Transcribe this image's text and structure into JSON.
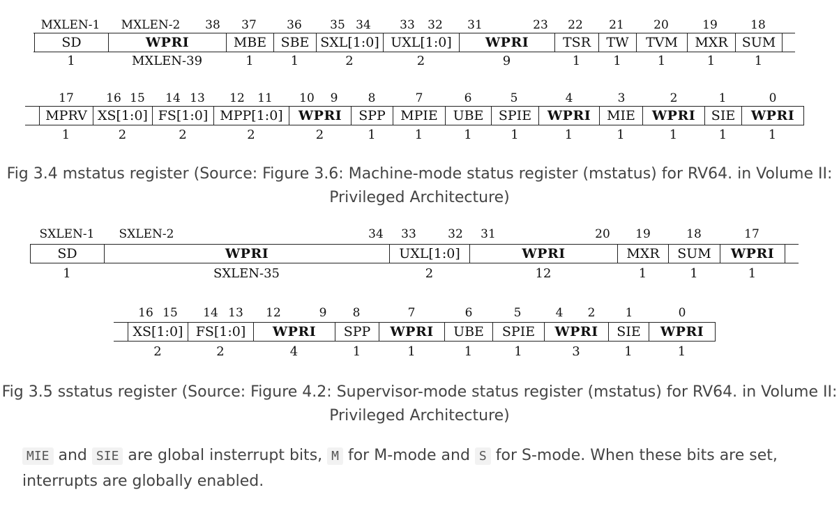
{
  "mstatus": {
    "row1": {
      "bit_labels": [
        "MXLEN-1",
        "MXLEN-2",
        "38",
        "37",
        "36",
        "35",
        "34",
        "33",
        "32",
        "31",
        "23",
        "22",
        "21",
        "20",
        "19",
        "18"
      ],
      "fields": [
        "SD",
        "WPRI",
        "MBE",
        "SBE",
        "SXL[1:0]",
        "UXL[1:0]",
        "WPRI",
        "TSR",
        "TW",
        "TVM",
        "MXR",
        "SUM"
      ],
      "widths": [
        "1",
        "MXLEN-39",
        "1",
        "1",
        "2",
        "2",
        "9",
        "1",
        "1",
        "1",
        "1",
        "1"
      ]
    },
    "row2": {
      "bit_labels": [
        "17",
        "16",
        "15",
        "14",
        "13",
        "12",
        "11",
        "10",
        "9",
        "8",
        "7",
        "6",
        "5",
        "4",
        "3",
        "2",
        "1",
        "0"
      ],
      "fields": [
        "MPRV",
        "XS[1:0]",
        "FS[1:0]",
        "MPP[1:0]",
        "WPRI",
        "SPP",
        "MPIE",
        "UBE",
        "SPIE",
        "WPRI",
        "MIE",
        "WPRI",
        "SIE",
        "WPRI"
      ],
      "widths": [
        "1",
        "2",
        "2",
        "2",
        "2",
        "1",
        "1",
        "1",
        "1",
        "1",
        "1",
        "1",
        "1",
        "1"
      ]
    },
    "caption": "Fig 3.4 mstatus register (Source: Figure 3.6: Machine-mode status register (mstatus) for RV64. in Volume II: Privileged Architecture)"
  },
  "sstatus": {
    "row1": {
      "bit_labels": [
        "SXLEN-1",
        "SXLEN-2",
        "34",
        "33",
        "32",
        "31",
        "20",
        "19",
        "18",
        "17"
      ],
      "fields": [
        "SD",
        "WPRI",
        "UXL[1:0]",
        "WPRI",
        "MXR",
        "SUM",
        "WPRI"
      ],
      "widths": [
        "1",
        "SXLEN-35",
        "2",
        "12",
        "1",
        "1",
        "1"
      ]
    },
    "row2": {
      "bit_labels": [
        "16",
        "15",
        "14",
        "13",
        "12",
        "9",
        "8",
        "7",
        "6",
        "5",
        "4",
        "2",
        "1",
        "0"
      ],
      "fields": [
        "XS[1:0]",
        "FS[1:0]",
        "WPRI",
        "SPP",
        "WPRI",
        "UBE",
        "SPIE",
        "WPRI",
        "SIE",
        "WPRI"
      ],
      "widths": [
        "2",
        "2",
        "4",
        "1",
        "1",
        "1",
        "1",
        "3",
        "1",
        "1"
      ]
    },
    "caption": "Fig 3.5 sstatus register (Source: Figure 4.2: Supervisor-mode status register (mstatus) for RV64. in Volume II: Privileged Architecture)"
  },
  "paragraph": {
    "code1": "MIE",
    "t1": " and ",
    "code2": "SIE",
    "t2": " are global insterrupt bits, ",
    "code3": "M",
    "t3": " for M-mode and ",
    "code4": "S",
    "t4": " for S-mode. When these bits are set, interrupts are globally enabled."
  }
}
